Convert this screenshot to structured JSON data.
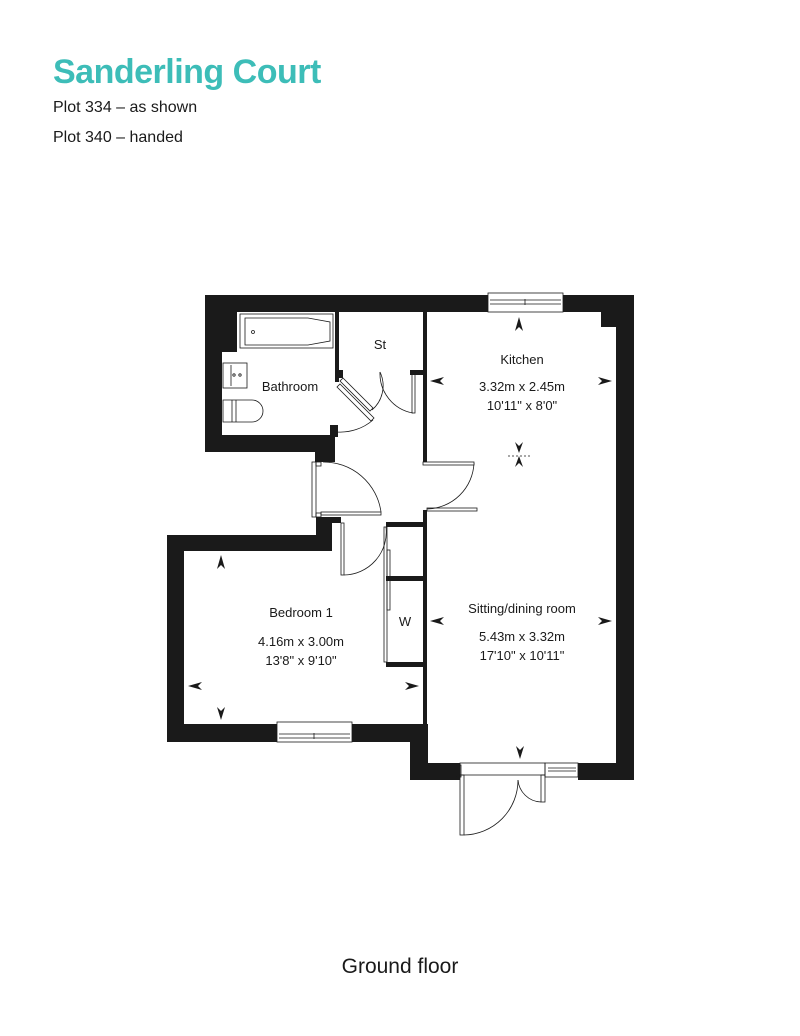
{
  "header": {
    "title": "Sanderling Court",
    "title_color": "#3dbdb8",
    "plots": [
      {
        "label": "Plot 334 – as shown"
      },
      {
        "label": "Plot 340 – handed"
      }
    ]
  },
  "rooms": [
    {
      "name": "Kitchen",
      "metric": "3.32m x 2.45m",
      "imperial": "10'11\" x 8'0\""
    },
    {
      "name": "Sitting/dining room",
      "metric": "5.43m x 3.32m",
      "imperial": "17'10\" x 10'11\""
    },
    {
      "name": "Bedroom 1",
      "metric": "4.16m x 3.00m",
      "imperial": "13'8\" x 9'10\""
    },
    {
      "name": "Bathroom"
    },
    {
      "name": "St"
    },
    {
      "name": "W"
    }
  ],
  "footer": {
    "floor_label": "Ground floor"
  },
  "colors": {
    "wall": "#1a1a1a",
    "background": "#ffffff"
  }
}
